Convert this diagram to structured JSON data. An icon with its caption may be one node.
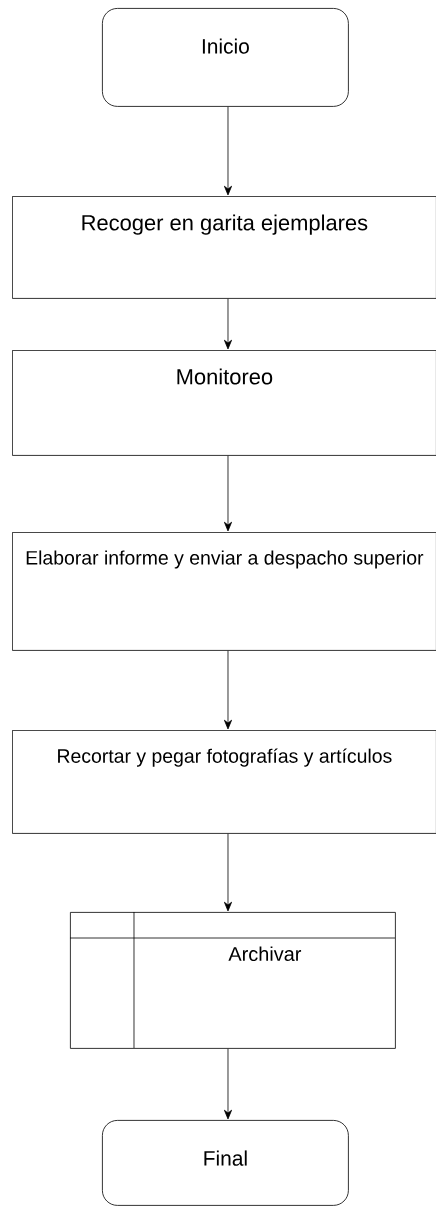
{
  "diagram": {
    "nodes": [
      {
        "text": [
          "Inicio"
        ]
      },
      {
        "text": [
          "Recoger en garita ejemplares"
        ]
      },
      {
        "text": [
          "Monitoreo"
        ]
      },
      {
        "text": [
          "Elaborar informe y enviar a despacho superior"
        ]
      },
      {
        "text": [
          "Recortar y pegar fotografías y artículos"
        ]
      },
      {
        "text": [
          "Archivar"
        ]
      },
      {
        "text": [
          "Final"
        ]
      }
    ],
    "edges": [
      {
        "from": 0,
        "to": 1,
        "arrow": "to"
      },
      {
        "from": 1,
        "to": 2,
        "arrow": "to"
      },
      {
        "from": 2,
        "to": 3,
        "arrow": "to"
      },
      {
        "from": 3,
        "to": 4,
        "arrow": "to"
      },
      {
        "from": 4,
        "to": 5,
        "arrow": "to"
      },
      {
        "from": 5,
        "to": 6,
        "arrow": "to"
      }
    ]
  }
}
